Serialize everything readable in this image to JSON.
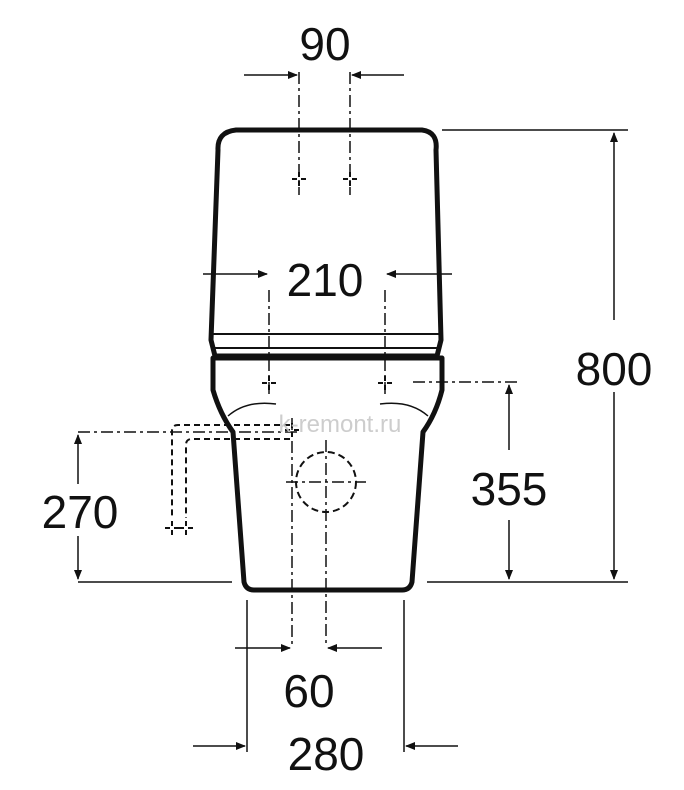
{
  "dimensions": {
    "top_hole_spacing": "90",
    "tank_hole_spacing": "210",
    "total_height": "800",
    "outlet_height": "355",
    "side_outlet_height": "270",
    "outlet_offset": "60",
    "base_width": "280"
  },
  "watermark": "k-remont.ru",
  "colors": {
    "line": "#111111",
    "background": "#ffffff",
    "watermark": "#c8c8c8"
  }
}
